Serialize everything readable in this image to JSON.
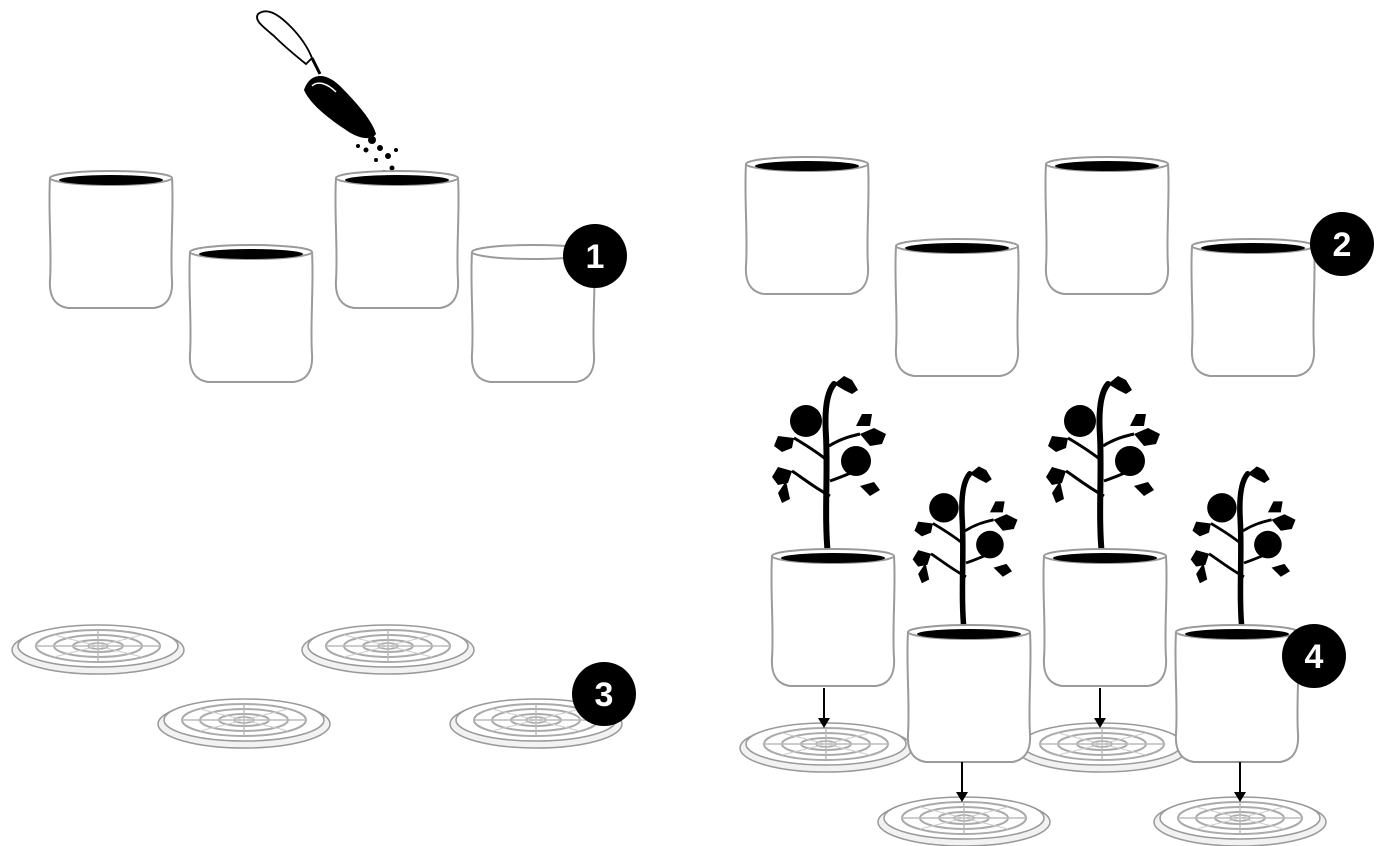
{
  "steps": [
    {
      "number": "1",
      "pots_filled": 3,
      "pots_empty": 1,
      "tool": "trowel-icon"
    },
    {
      "number": "2",
      "pots_filled": 4,
      "pots_empty": 0
    },
    {
      "number": "3",
      "saucers": 4
    },
    {
      "number": "4",
      "plants": 4,
      "saucers": 4,
      "arrows": 4
    }
  ],
  "colors": {
    "outline": "#999999",
    "ink": "#000000",
    "badge": "#000000",
    "badge_text": "#ffffff",
    "background": "#ffffff"
  }
}
